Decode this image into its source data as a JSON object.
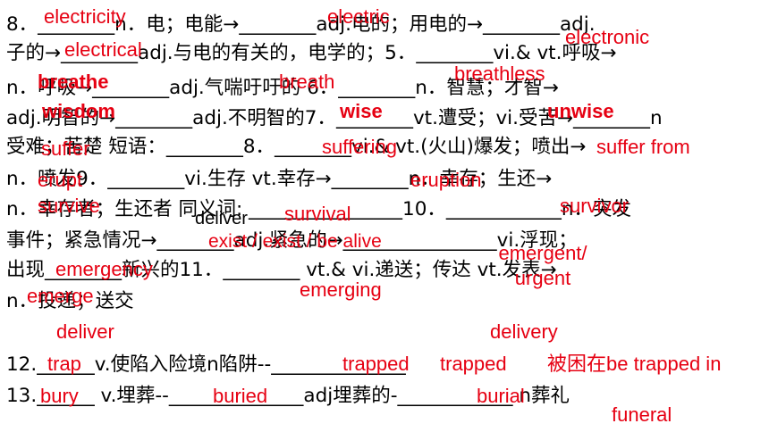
{
  "theme": {
    "answer_color": "#e60012",
    "text_color": "#000000",
    "background": "#ffffff"
  },
  "question_lines": [
    "8．________n．电；电能→________adj.电的；用电的→________adj.",
    "子的→________adj.与电的有关的，电学的；5．________vi.& vt.呼吸→",
    "n．呼吸→________adj.气喘吁吁的 6．________n．智慧；才智→",
    "adj.明智的→________adj.不明智的7．________vt.遭受；vi.受苦→________n",
    "受难；苦楚 短语：________8．________vi.& vt.(火山)爆发；喷出→",
    "n．喷发9．________vi.生存 vt.幸存→________n．幸存；生还→",
    "n．幸存者；生还者 同义词: ________________10．____________n．突发",
    "事件；紧急情况→________adj.紧急的→________________vi.浮现；",
    "出现________新兴的11．________ vt.& vi.递送；传达 vt.发表→",
    "n．投递；送交"
  ],
  "vocab_lines": [
    "12.______v.使陷入险境n陷阱--______________",
    "13.______ v.埋葬--______________adj埋葬的-____________ n葬礼"
  ],
  "answers": {
    "electricity": "electricity",
    "electric": "electric",
    "electronic": "electronic",
    "electrical": "electrical",
    "breathless": "breathless",
    "breathe": "breathe",
    "breath": "breath",
    "wisdom": "wisdom",
    "wise": "wise",
    "unwise": "unwise",
    "suffer": "suffer",
    "suffering": "suffering",
    "suffer_from": "suffer from",
    "erupt": "erupt",
    "eruption": "eruption",
    "survive": "survive",
    "survival": "survival",
    "survivor": "survivor",
    "deliver_synonym": "deliver",
    "exist_alive": "exist / exist / be alive",
    "emergency": "emergency",
    "emergent_urgent": "emergent/ urgent",
    "emerge": "emerge",
    "emerging": "emerging",
    "deliver": "deliver",
    "delivery": "delivery",
    "trap": "trap",
    "trapped": "trapped",
    "trapped_2": "trapped",
    "be_trapped_in": "被困在be trapped in",
    "bury": "bury",
    "buried": "buried",
    "burial": "burial",
    "funeral": "funeral"
  }
}
